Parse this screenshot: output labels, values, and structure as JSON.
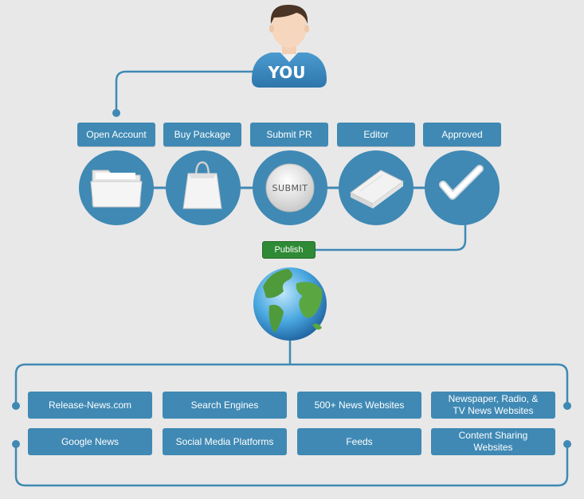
{
  "user": {
    "label": "YOU"
  },
  "steps": [
    {
      "label": "Open Account",
      "icon": "folder-icon"
    },
    {
      "label": "Buy Package",
      "icon": "shopping-bag-icon"
    },
    {
      "label": "Submit PR",
      "icon": "submit-button-icon",
      "icon_text": "SUBMIT"
    },
    {
      "label": "Editor",
      "icon": "notebook-icon"
    },
    {
      "label": "Approved",
      "icon": "checkmark-icon"
    }
  ],
  "publish": {
    "label": "Publish",
    "icon": "globe-icon"
  },
  "targets": [
    {
      "label": "Release-News.com"
    },
    {
      "label": "Search Engines"
    },
    {
      "label": "500+ News Websites"
    },
    {
      "label": "Newspaper, Radio, &\nTV News Websites"
    },
    {
      "label": "Google News"
    },
    {
      "label": "Social Media Platforms"
    },
    {
      "label": "Feeds"
    },
    {
      "label": "Content Sharing\nWebsites"
    }
  ],
  "colors": {
    "background": "#e8e8e8",
    "accent": "#3f89b4",
    "publish_green": "#2f8a35"
  }
}
